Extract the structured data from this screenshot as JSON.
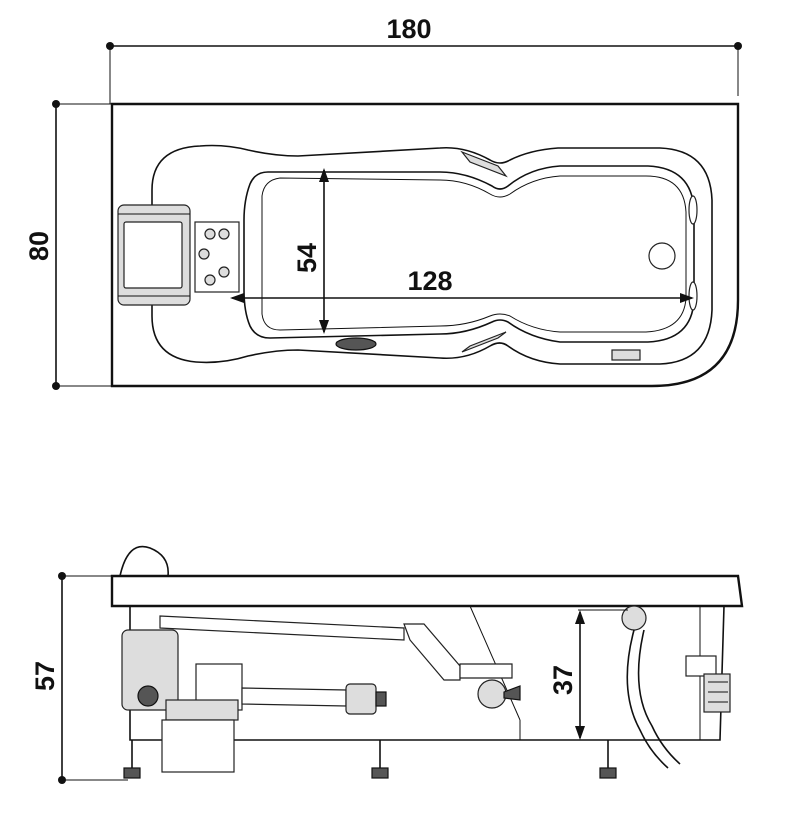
{
  "top_view": {
    "overall_length": "180",
    "overall_width": "80",
    "inner_width": "54",
    "inner_length": "128"
  },
  "side_view": {
    "overall_height": "57",
    "inner_depth": "37"
  },
  "colors": {
    "line": "#111111",
    "fill": "#ffffff",
    "shade": "#dddddd"
  }
}
